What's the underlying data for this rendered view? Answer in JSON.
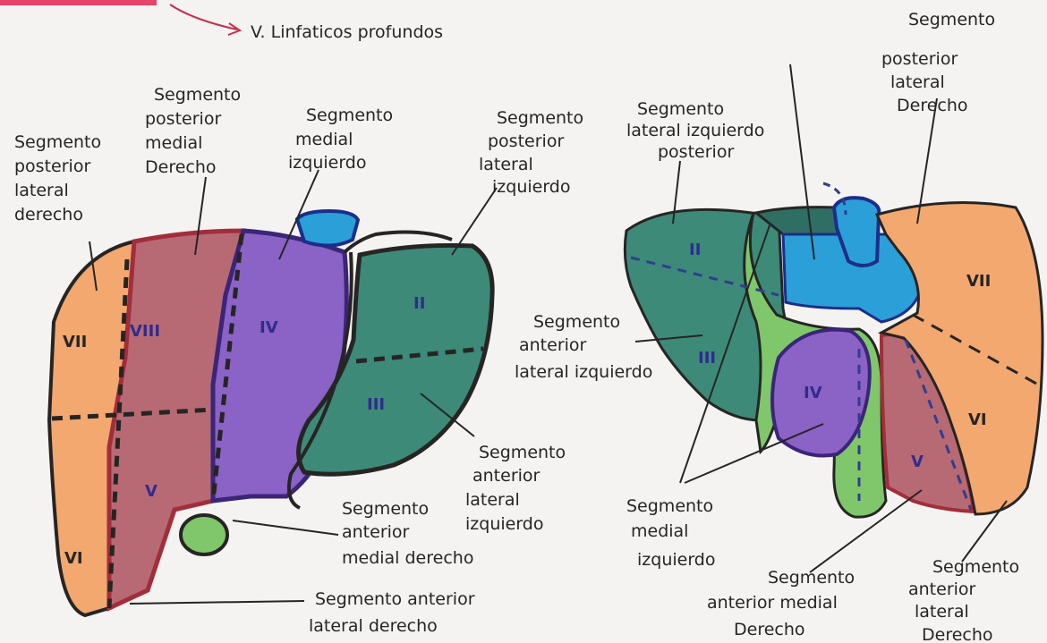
{
  "header": {
    "lymph_label": "V. Linfaticos profundos"
  },
  "left_figure": {
    "segments": [
      "VII",
      "VIII",
      "IV",
      "II",
      "III",
      "V",
      "VI"
    ],
    "labels": {
      "posterior_lateral_derecho": [
        "Segmento",
        "posterior",
        "lateral",
        "derecho"
      ],
      "posterior_medial_derecho": [
        "Segmento",
        "posterior",
        "medial",
        "Derecho"
      ],
      "medial_izquierdo": [
        "Segmento",
        "medial",
        "izquierdo"
      ],
      "posterior_lateral_izquierdo": [
        "Segmento",
        "posterior",
        "lateral",
        "izquierdo"
      ],
      "anterior_lateral_izquierdo": [
        "Segmento",
        "anterior",
        "lateral",
        "izquierdo"
      ],
      "anterior_medial_derecho": [
        "Segmento",
        "anterior",
        "medial derecho"
      ],
      "anterior_lateral_derecho": [
        "Segmento anterior",
        "lateral derecho"
      ]
    }
  },
  "right_figure": {
    "segments": [
      "II",
      "III",
      "IV",
      "VII",
      "VI",
      "V"
    ],
    "labels": {
      "posterior_lateral_derecho": [
        "Segmento",
        "posterior",
        "lateral",
        "Derecho"
      ],
      "lateral_izquierdo_posterior": [
        "Segmento",
        "lateral izquierdo",
        "posterior"
      ],
      "anterior_lateral_izquierdo": [
        "Segmento",
        "anterior",
        "lateral izquierdo"
      ],
      "medial_izquierdo": [
        "Segmento",
        "medial",
        "izquierdo"
      ],
      "anterior_medial_derecho": [
        "Segmento",
        "anterior medial",
        "Derecho"
      ],
      "anterior_lateral_derecho": [
        "Segmento",
        "anterior",
        "lateral",
        "Derecho"
      ]
    }
  },
  "colors": {
    "orange": "#f2a86f",
    "crimson": "#b03a46",
    "purple": "#7a53b8",
    "teal": "#3d8a78",
    "blue": "#2a9fd8",
    "green": "#7fc76a",
    "pink_label": "#e5446d",
    "ink": "#262524"
  }
}
